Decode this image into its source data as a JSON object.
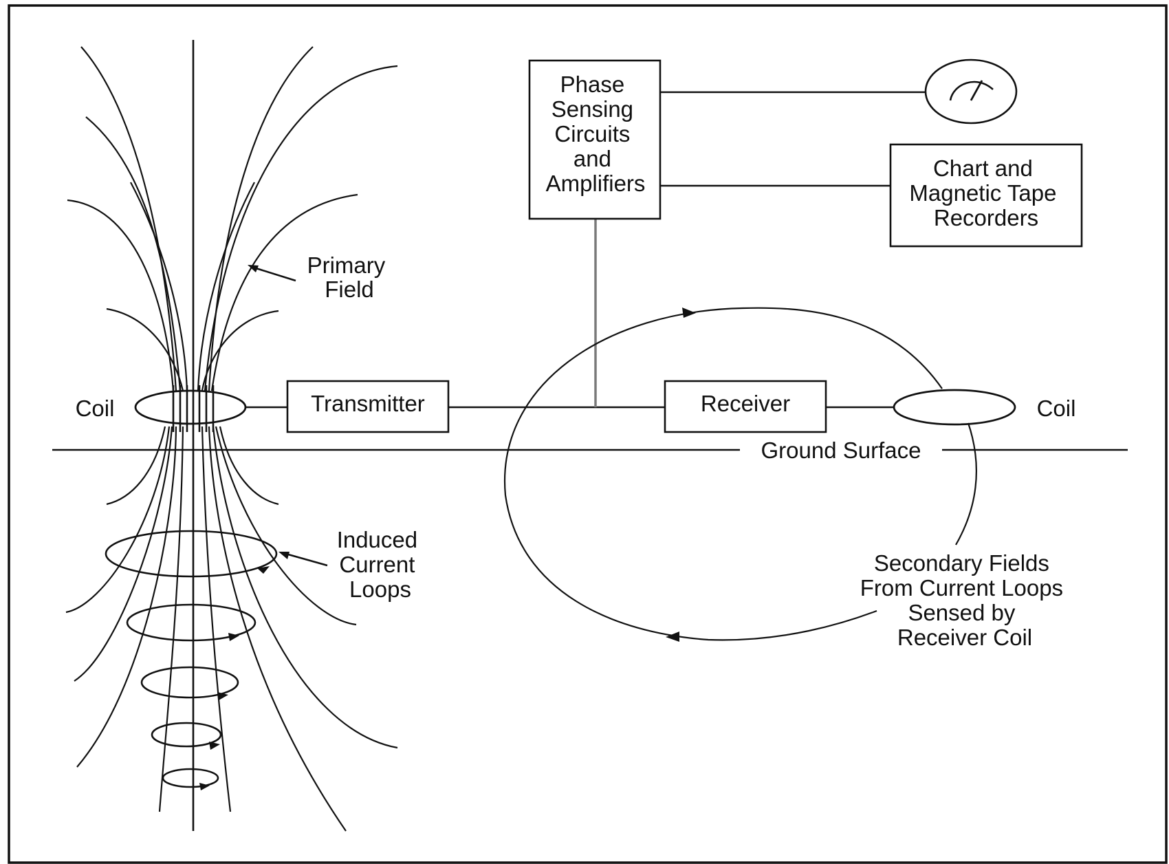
{
  "labels": {
    "coil_left": "Coil",
    "coil_right": "Coil",
    "transmitter": "Transmitter",
    "receiver": "Receiver",
    "ground_surface": "Ground Surface",
    "primary_field": [
      "Primary",
      "Field"
    ],
    "induced_current_loops": [
      "Induced",
      "Current",
      "Loops"
    ],
    "phase_sensing": [
      "Phase",
      "Sensing",
      "Circuits",
      "and",
      "Amplifiers"
    ],
    "recorders": [
      "Chart and",
      "Magnetic Tape",
      "Recorders"
    ],
    "secondary_fields": [
      "Secondary Fields",
      "From Current Loops",
      "Sensed by",
      "Receiver Coil"
    ]
  },
  "colors": {
    "line": "#111111",
    "grey_connector": "#7a7a7a",
    "background": "#ffffff"
  },
  "icons": {
    "meter": "meter-gauge-icon"
  }
}
